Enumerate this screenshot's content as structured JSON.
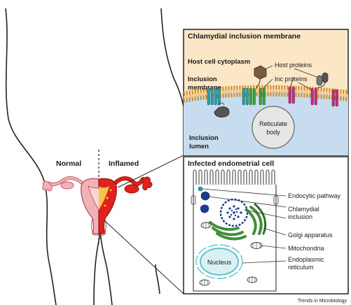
{
  "body_panel": {
    "normal_label": "Normal",
    "inflamed_label": "Inflamed"
  },
  "membrane_panel": {
    "title": "Chlamydial inclusion membrane",
    "host_cell_cytoplasm": "Host cell cytoplasm",
    "inclusion_membrane_line1": "Inclusion",
    "inclusion_membrane_line2": "membrane",
    "host_proteins": "Host proteins",
    "inc_proteins": "Inc proteins",
    "reticulate_body_line1": "Reticulate",
    "reticulate_body_line2": "body",
    "inclusion_lumen_line1": "Inclusion",
    "inclusion_lumen_line2": "lumen"
  },
  "cell_panel": {
    "title": "Infected endometrial cell",
    "endocytic_pathway": "Endocytic pathway",
    "chlamydial_inclusion_line1": "Chlamydial",
    "chlamydial_inclusion_line2": "inclusion",
    "golgi_apparatus": "Golgi apparatus",
    "nucleus": "Nucleus",
    "mitochondria": "Mitochondria",
    "endoplasmic_reticulum_line1": "Endoplasmic",
    "endoplasmic_reticulum_line2": "reticulum"
  },
  "footer": {
    "journal": "Trends in Microbiology"
  },
  "colors": {
    "membrane_panel_bg": "#fbe6c6",
    "cytoplasm_fill": "#f6ca85",
    "lumen_fill": "#c7dcee",
    "uterus_pink": "#f1b2b6",
    "inflamed_red": "#e2211c",
    "inflamed_yellow": "#f5c232",
    "nucleus_teal": "#5fc4c9",
    "inclusion_blue": "#1d3b8f",
    "golgi_green": "#3f8f3a",
    "protein_teal": "#2c9ea3",
    "protein_green": "#3aa33a",
    "protein_magenta": "#c0307a"
  }
}
